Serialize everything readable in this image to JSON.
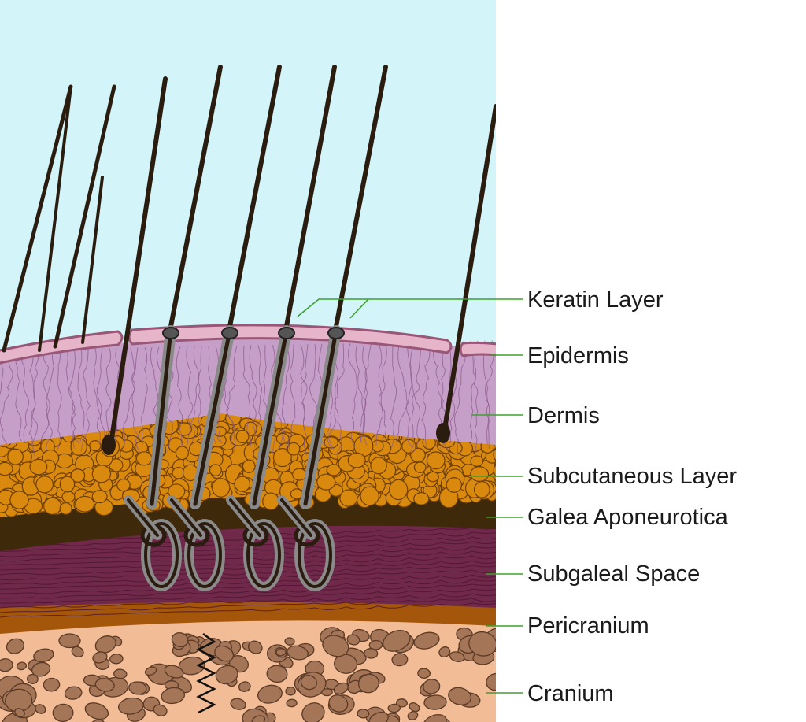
{
  "labels": [
    "Keratin Layer",
    "Epidermis",
    "Dermis",
    "Subcutaneous Layer",
    "Galea Aponeurotica",
    "Subgaleal Space",
    "Pericranium",
    "Cranium"
  ],
  "colors": {
    "sky": "#d3f5f9",
    "keratin": "#e7b5c9",
    "keratin_edge": "#9a5677",
    "epidermis": "#c59fc8",
    "dermis_lines": "#8c5a8f",
    "subcutaneous": "#d9890d",
    "fat_edge": "#6e3f05",
    "galea": "#3e2a0b",
    "subgaleal": "#70294a",
    "pericranium": "#a4560b",
    "cranium": "#f1bc96",
    "cranium_pebble": "#a47557",
    "hair": "#2a1c0e",
    "follicle": "#8a8a8a",
    "leader": "#3ea02f"
  }
}
